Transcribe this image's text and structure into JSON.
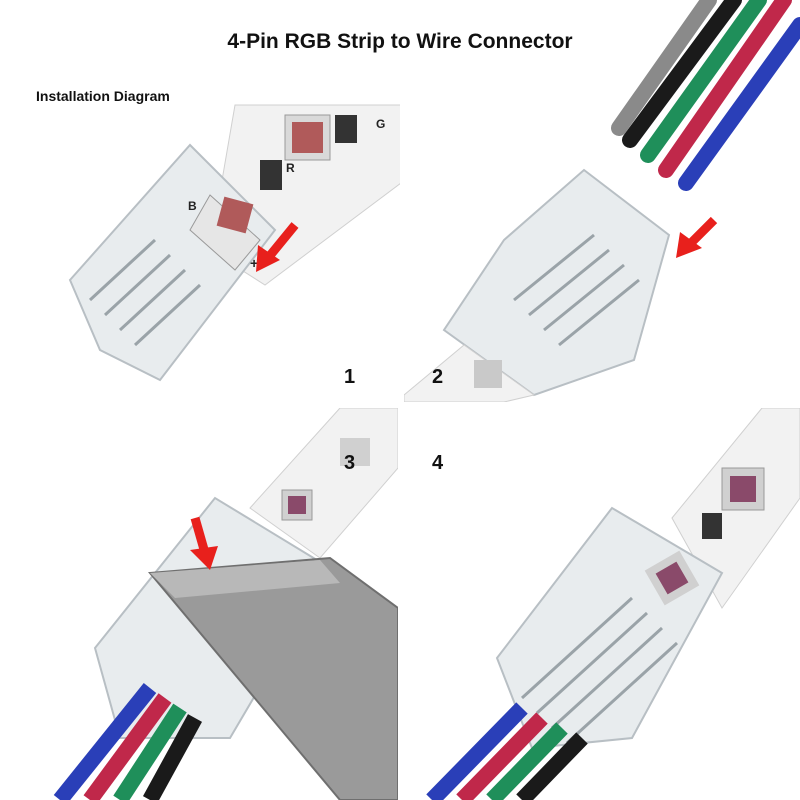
{
  "header": {
    "title": "4-Pin RGB Strip to Wire Connector",
    "subtitle": "Installation Diagram"
  },
  "steps": [
    {
      "number": "1",
      "image": "strip-inserted-into-connector"
    },
    {
      "number": "2",
      "image": "wires-inserted-into-connector"
    },
    {
      "number": "3",
      "image": "pliers-pressing-connector"
    },
    {
      "number": "4",
      "image": "assembled-connector"
    }
  ],
  "strip_labels": {
    "g": "G",
    "r": "R",
    "b": "B",
    "plus": "+"
  },
  "colors": {
    "strip": "#f1f1f1",
    "wire_black": "#1a1a1a",
    "wire_green": "#1f8f5a",
    "wire_red": "#c0284a",
    "wire_blue": "#2a3fb8",
    "arrow": "#e8201c",
    "pliers": "#9a9a9a"
  }
}
